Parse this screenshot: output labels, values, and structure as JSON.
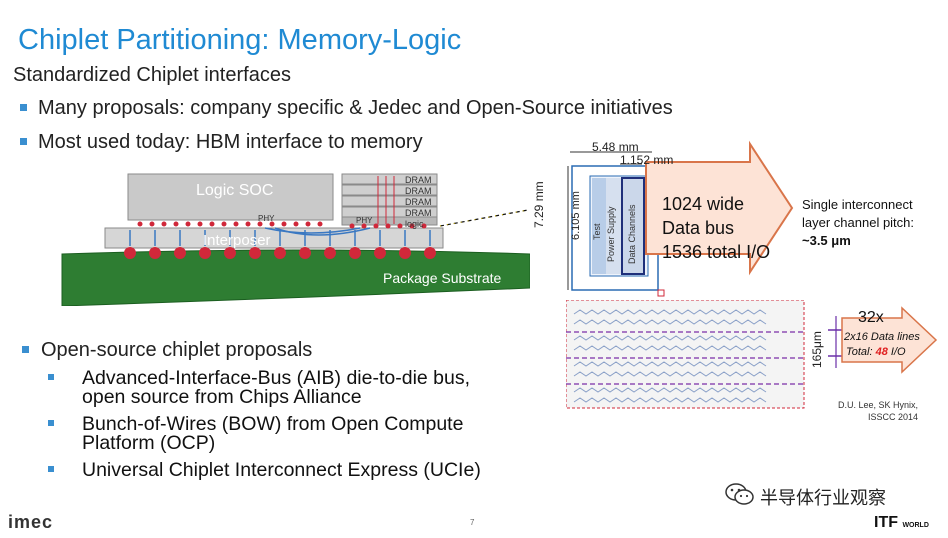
{
  "slide": {
    "title": "Chiplet Partitioning: Memory-Logic",
    "subtitle": "Standardized Chiplet interfaces",
    "bullets": [
      "Many proposals: company specific & Jedec and Open-Source initiatives",
      "Most used today: HBM interface to memory"
    ],
    "open_source": {
      "heading": "Open-source chiplet proposals",
      "items": [
        {
          "line1": "Advanced-Interface-Bus (AIB) die-to-die bus,",
          "line2": "open source from Chips Alliance"
        },
        {
          "line1": "Bunch-of-Wires (BOW) from Open Compute",
          "line2": "Platform (OCP)"
        },
        {
          "line1": "Universal Chiplet Interconnect Express (UCIe)",
          "line2": ""
        }
      ]
    },
    "page_number": "7"
  },
  "package_diagram": {
    "logic_soc": "Logic SOC",
    "interposer": "Interposer",
    "substrate": "Package Substrate",
    "phy_left": "PHY",
    "phy_right": "PHY",
    "dram": [
      "DRAM",
      "DRAM",
      "DRAM",
      "DRAM"
    ],
    "logic": "logic"
  },
  "hbm_diagram": {
    "width_outer": "5.48 mm",
    "width_inner": "1.152 mm",
    "height_outer": "7.29 mm",
    "height_inner": "6.105 mm",
    "col_test": "Test",
    "col_power": "Power Supply",
    "col_data": "Data Channels",
    "arrow_text": [
      "1024 wide",
      "Data bus",
      "1536 total I/O"
    ],
    "pitch_note": [
      "Single interconnect",
      "layer channel pitch:",
      "~3.5 μm"
    ],
    "pitch_height": "165μm",
    "small_arrow": {
      "mult": "32x",
      "line1": "2x16 Data lines",
      "total_label": "Total:",
      "total_value": "48",
      "total_unit": "I/O"
    },
    "citation": [
      "D.U. Lee, SK Hynix,",
      "ISSCC 2014"
    ],
    "colors": {
      "highlight_red": "#e02020",
      "arrow_fill": "#fde3d6",
      "arrow_stroke": "#d9754a"
    }
  },
  "footer": {
    "logo_left": "imec",
    "wechat": "半导体行业观察",
    "logo_right": "ITF",
    "logo_right_small": "WORLD"
  }
}
